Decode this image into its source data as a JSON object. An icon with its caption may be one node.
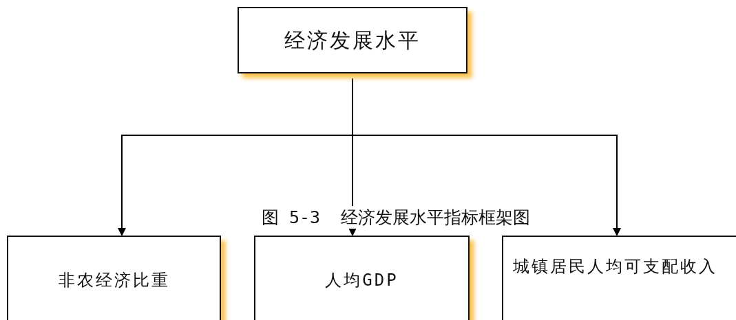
{
  "diagram": {
    "caption": "图 5-3  经济发展水平指标框架图",
    "nodes": [
      {
        "text": [
          "经济发展水平"
        ]
      },
      {
        "text": [
          "非农经济比重"
        ]
      },
      {
        "text": [
          "人均GDP"
        ]
      },
      {
        "text": [
          "城镇居民人均可支配收入"
        ]
      }
    ],
    "edges": [
      {
        "from": 0,
        "to": 1,
        "arrow": "to"
      },
      {
        "from": 0,
        "to": 2,
        "arrow": "to"
      },
      {
        "from": 0,
        "to": 3,
        "arrow": "to"
      }
    ]
  }
}
